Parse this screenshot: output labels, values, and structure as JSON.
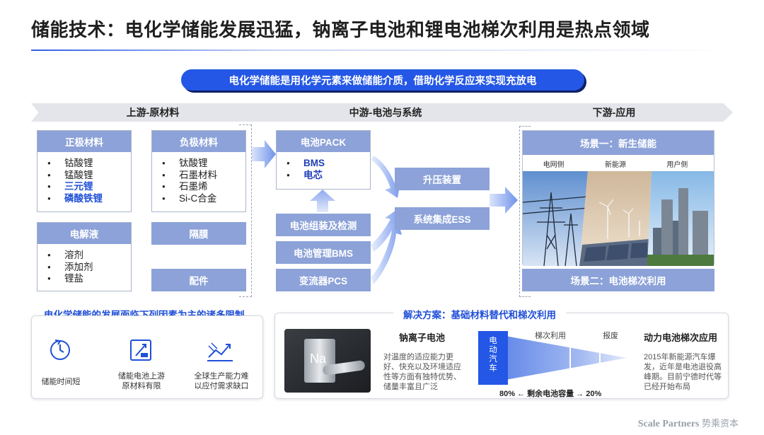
{
  "title": "储能技术：电化学储能发展迅猛，钠离子电池和锂电池梯次利用是热点领域",
  "banner": "电化学储能是用化学元素来做储能介质，借助化学反应来实现充放电",
  "stages": [
    "上游-原材料",
    "中游-电池与系统",
    "下游-应用"
  ],
  "upstream": {
    "cathode": {
      "title": "正极材料",
      "items": [
        "钴酸锂",
        "锰酸锂",
        "三元锂",
        "磷酸铁锂"
      ]
    },
    "anode": {
      "title": "负极材料",
      "items": [
        "钛酸锂",
        "石墨材料",
        "石墨烯",
        "Si-C合金"
      ]
    },
    "electrolyte": {
      "title": "电解液",
      "items": [
        "溶剂",
        "添加剂",
        "锂盐"
      ]
    },
    "separator": "隔膜",
    "parts": "配件"
  },
  "midstream": {
    "pack": {
      "title": "电池PACK",
      "items": [
        "BMS",
        "电芯"
      ]
    },
    "assembly": "电池组装及检测",
    "bms": "电池管理BMS",
    "pcs": "变流器PCS",
    "booster": "升压装置",
    "ess": "系统集成ESS"
  },
  "downstream": {
    "scene1": "场景一：新生储能",
    "photo_labels": [
      "电网侧",
      "新能源",
      "用户侧"
    ],
    "scene2": "场景二：电池梯次利用"
  },
  "limits": {
    "title": "电化学储能的发展面临下列因素为主的诸多限制",
    "items": [
      {
        "icon": "clock-icon",
        "label": "储能时间短"
      },
      {
        "icon": "battery-material-icon",
        "label": "储能电池上游\n原材料有限"
      },
      {
        "icon": "production-chart-icon",
        "label": "全球生产能力难\n以应付需求缺口"
      }
    ]
  },
  "solution": {
    "title": "解决方案：基础材料替代和梯次利用",
    "sodium": {
      "title": "钠离子电池",
      "desc": "对温度的适应能力更好、快充以及环境适应性等方面有独特优势、储量丰富且广泛",
      "image_text": "Na"
    },
    "cascade": {
      "ev_label": "电\n动\n汽\n车",
      "stage_label": "梯次利用",
      "scrap_label": "报废",
      "capacity_text": "80% ← 剩余电池容量 → 20%"
    },
    "power": {
      "title": "动力电池梯次应用",
      "desc": "2015年新能源汽车爆发，近年是电池退役高峰期。目前宁德时代等已经开始布局"
    }
  },
  "footer": {
    "brand": "Scale Partners",
    "cn": "势乘资本"
  },
  "colors": {
    "accent": "#2457e6",
    "card_head": "#8ca2d8",
    "highlight_text": "#2050d8"
  }
}
